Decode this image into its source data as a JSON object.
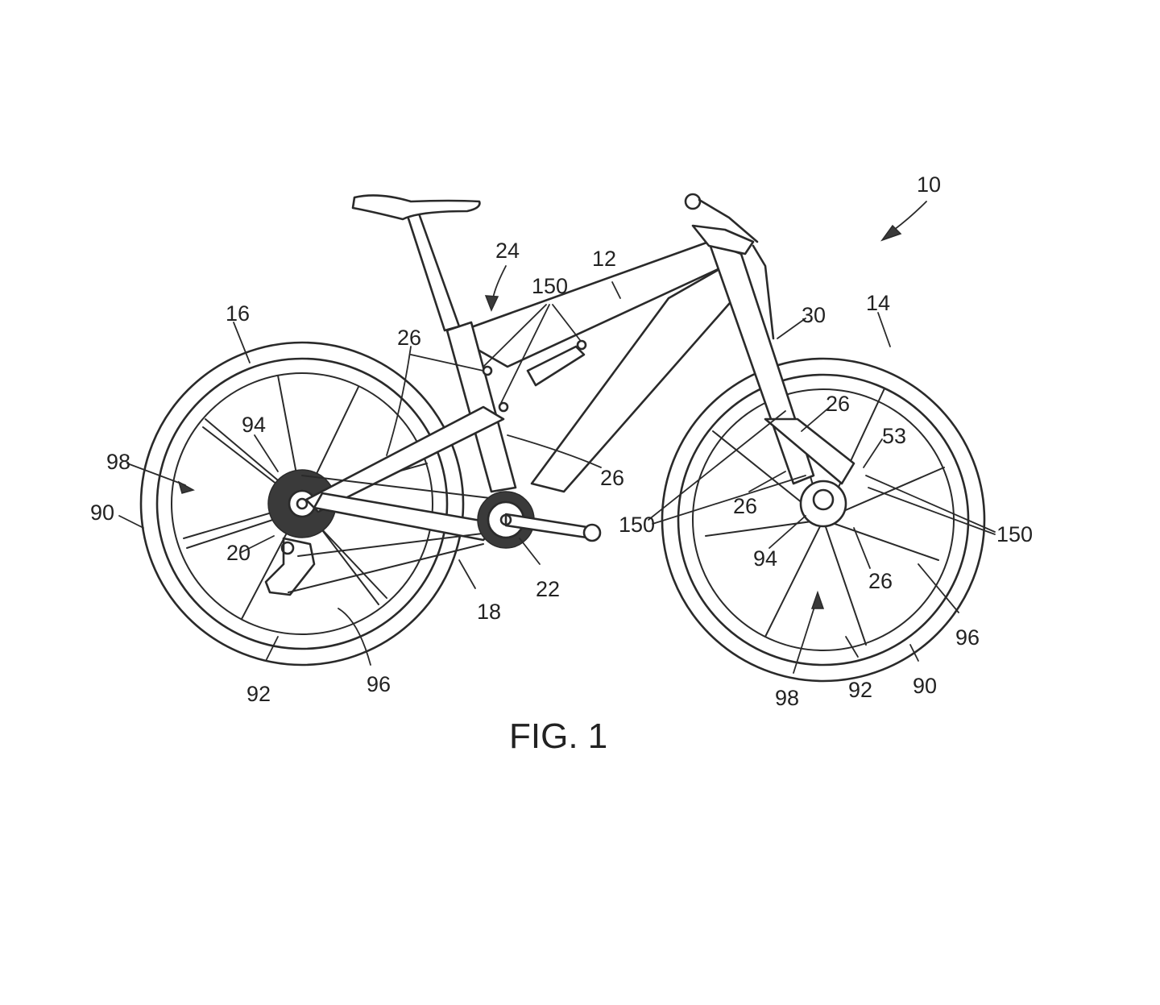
{
  "figure": {
    "caption": "FIG. 1",
    "reference_numerals": [
      {
        "id": "r10",
        "text": "10"
      },
      {
        "id": "r24",
        "text": "24"
      },
      {
        "id": "r12",
        "text": "12"
      },
      {
        "id": "r150a",
        "text": "150"
      },
      {
        "id": "r16",
        "text": "16"
      },
      {
        "id": "r26a",
        "text": "26"
      },
      {
        "id": "r30",
        "text": "30"
      },
      {
        "id": "r14",
        "text": "14"
      },
      {
        "id": "r26b",
        "text": "26"
      },
      {
        "id": "r53",
        "text": "53"
      },
      {
        "id": "r94a",
        "text": "94"
      },
      {
        "id": "r98a",
        "text": "98"
      },
      {
        "id": "r26c",
        "text": "26"
      },
      {
        "id": "r90a",
        "text": "90"
      },
      {
        "id": "r150b",
        "text": "150"
      },
      {
        "id": "r26d",
        "text": "26"
      },
      {
        "id": "r150c",
        "text": "150"
      },
      {
        "id": "r20",
        "text": "20"
      },
      {
        "id": "r94b",
        "text": "94"
      },
      {
        "id": "r22",
        "text": "22"
      },
      {
        "id": "r18",
        "text": "18"
      },
      {
        "id": "r26e",
        "text": "26"
      },
      {
        "id": "r96a",
        "text": "96"
      },
      {
        "id": "r92a",
        "text": "92"
      },
      {
        "id": "r96b",
        "text": "96"
      },
      {
        "id": "r98b",
        "text": "98"
      },
      {
        "id": "r92b",
        "text": "92"
      },
      {
        "id": "r90b",
        "text": "90"
      }
    ]
  }
}
